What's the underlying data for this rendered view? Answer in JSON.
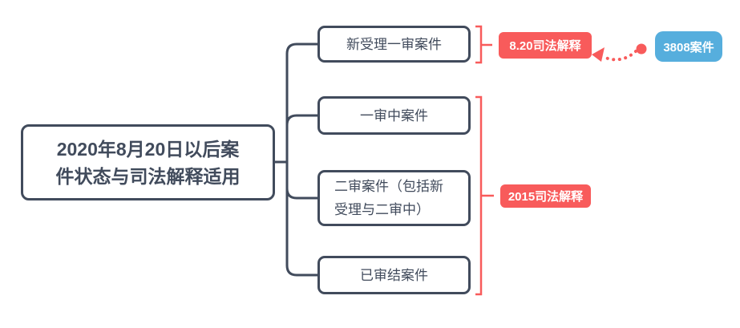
{
  "diagram": {
    "root": {
      "label": "2020年8月20日以后案\n件状态与司法解释适用"
    },
    "branches": [
      {
        "label": "新受理一审案件"
      },
      {
        "label": "一审中案件"
      },
      {
        "label": "二审案件（包括新\n受理与二审中）"
      },
      {
        "label": "已审结案件"
      }
    ],
    "summaries": [
      {
        "label": "8.20司法解释"
      },
      {
        "label": "2015司法解释"
      }
    ],
    "callout": {
      "label": "3808案件"
    },
    "colors": {
      "node_border": "#414b5c",
      "node_text": "#414b5c",
      "summary_bg": "#f85b5b",
      "callout_bg": "#56aedd",
      "badge_text": "#ffffff",
      "background": "#ffffff"
    }
  }
}
